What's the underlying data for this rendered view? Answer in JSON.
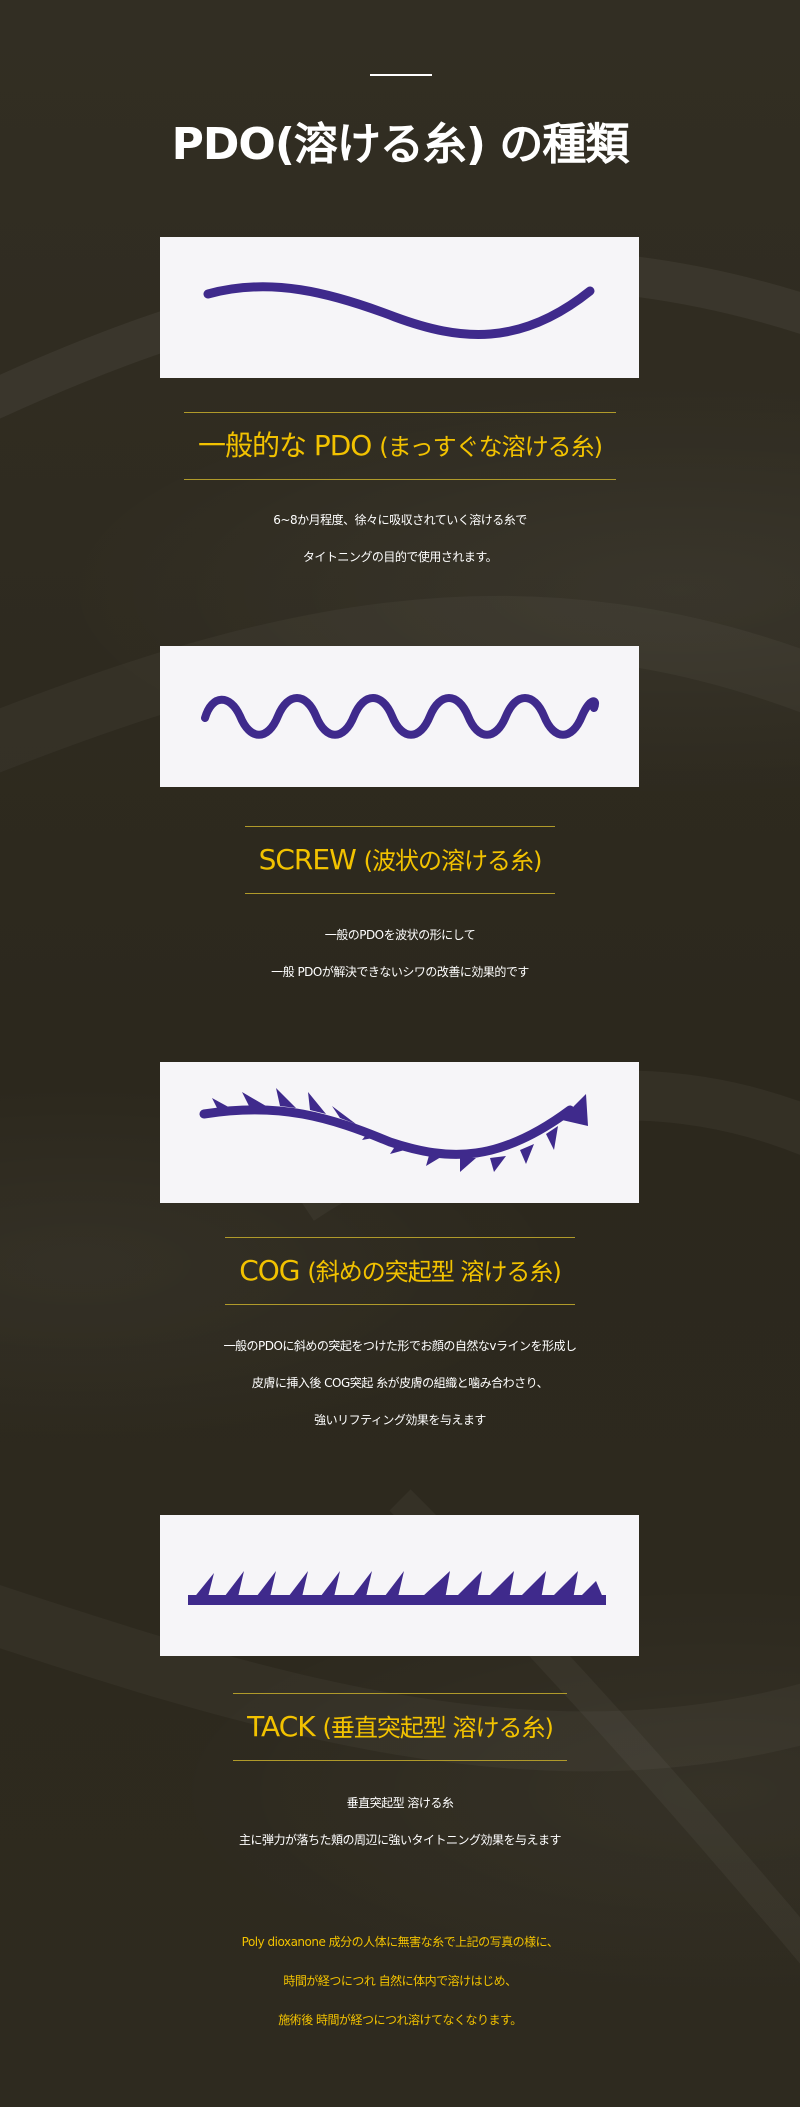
{
  "page": {
    "title": "PDO(溶ける糸) の種類"
  },
  "colors": {
    "background": "#2f2b20",
    "accent": "#f2c200",
    "thread": "#3f2a8c",
    "card": "#f6f5f8"
  },
  "sections": [
    {
      "icon": "smooth-thread-icon",
      "label": "一般的な PDO",
      "label_sub": "(まっすぐな溶ける糸)",
      "lines": [
        "6~8か月程度、徐々に吸収されていく溶ける糸で",
        "タイトニングの目的で使用されます。"
      ]
    },
    {
      "icon": "screw-thread-icon",
      "label": "SCREW",
      "label_sub": "(波状の溶ける糸)",
      "lines": [
        "一般のPDOを波状の形にして",
        "一般 PDOが解決できないシワの改善に効果的です"
      ]
    },
    {
      "icon": "cog-thread-icon",
      "label": "COG",
      "label_sub": "(斜めの突起型 溶ける糸)",
      "lines": [
        "一般のPDOに斜めの突起をつけた形でお顔の自然なvラインを形成し",
        "皮膚に挿入後 COG突起 糸が皮膚の組織と噛み合わさり、",
        "強いリフティング効果を与えます"
      ]
    },
    {
      "icon": "tack-thread-icon",
      "label": "TACK",
      "label_sub": "(垂直突起型 溶ける糸)",
      "lines": [
        "垂直突起型 溶ける糸",
        "主に弾力が落ちた頬の周辺に強いタイトニング効果を与えます"
      ]
    }
  ],
  "footnote": {
    "lines": [
      "Poly dioxanone 成分の人体に無害な糸で上記の写真の様に、",
      "時間が経つにつれ  自然に体内で溶けはじめ、",
      "施術後 時間が経つにつれ溶けてなくなります。"
    ]
  }
}
